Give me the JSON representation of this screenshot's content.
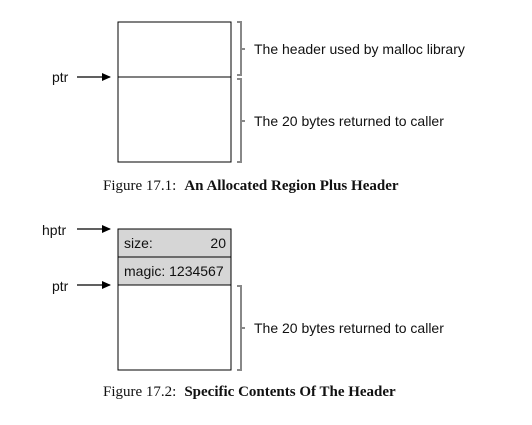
{
  "figure1": {
    "header_label": "The header used by malloc library",
    "ptr_label": "ptr",
    "body_label": "The 20 bytes returned to caller",
    "caption_prefix": "Figure 17.1:",
    "caption_title": "An Allocated Region Plus Header"
  },
  "figure2": {
    "hptr_label": "hptr",
    "size_label": "size:",
    "size_value": "20",
    "magic_label": "magic: 1234567",
    "ptr_label": "ptr",
    "body_label": "The 20 bytes returned to caller",
    "caption_prefix": "Figure 17.2:",
    "caption_title": "Specific Contents Of The Header"
  },
  "colors": {
    "header_fill": "#d6d6d6",
    "brace": "#888888",
    "stroke": "#000000"
  }
}
